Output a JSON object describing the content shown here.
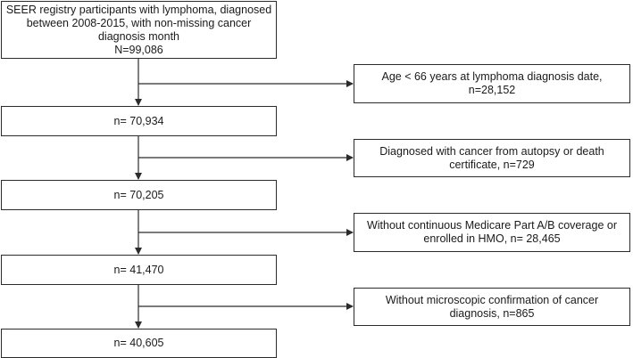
{
  "flow": {
    "start": "SEER registry participants with lymphoma, diagnosed\nbetween 2008-2015, with non-missing cancer\ndiagnosis month\nN=99,086",
    "steps": [
      {
        "remaining": "n= 70,934",
        "excluded": "Age < 66 years at lymphoma diagnosis date,\nn=28,152"
      },
      {
        "remaining": "n= 70,205",
        "excluded": "Diagnosed with cancer from autopsy or death\ncertificate, n=729"
      },
      {
        "remaining": "n= 41,470",
        "excluded": "Without continuous Medicare Part A/B coverage or\nenrolled in HMO, n= 28,465"
      },
      {
        "remaining": "n= 40,605",
        "excluded": "Without microscopic confirmation of cancer\ndiagnosis, n=865"
      }
    ]
  }
}
